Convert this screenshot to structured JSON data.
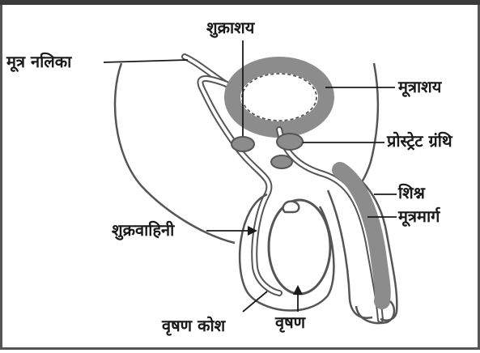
{
  "labels": {
    "seminal_vesicle": "शुक्राशय",
    "ureter": "मूत्र नलिका",
    "bladder": "मूत्राशय",
    "prostate": "प्रोस्ट्रेट ग्रंथि",
    "penis": "शिश्न",
    "urethra": "मूत्रमार्ग",
    "vas_deferens": "शुक्रवाहिनी",
    "scrotum": "वृषण कोश",
    "testis": "वृषण"
  },
  "colors": {
    "organ_fill": "#8c8c8c",
    "outline": "#4d4d4d",
    "text": "#1a1a1a",
    "background": "#ffffff"
  }
}
